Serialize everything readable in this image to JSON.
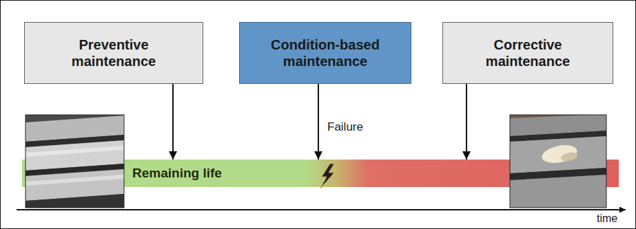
{
  "diagram": {
    "nodes": [
      {
        "text": [
          "Preventive maintenance"
        ]
      },
      {
        "text": [
          "Condition-based maintenance"
        ]
      },
      {
        "text": [
          "Corrective maintenance"
        ]
      },
      {
        "text": [
          "Remaining life"
        ]
      }
    ],
    "edges": [
      {
        "from": 0,
        "to": 3,
        "arrow": "to"
      },
      {
        "from": 1,
        "to": 3,
        "arrow": "to"
      },
      {
        "from": 2,
        "to": 3,
        "arrow": "to"
      }
    ],
    "labels": [
      "Failure",
      "time"
    ]
  }
}
